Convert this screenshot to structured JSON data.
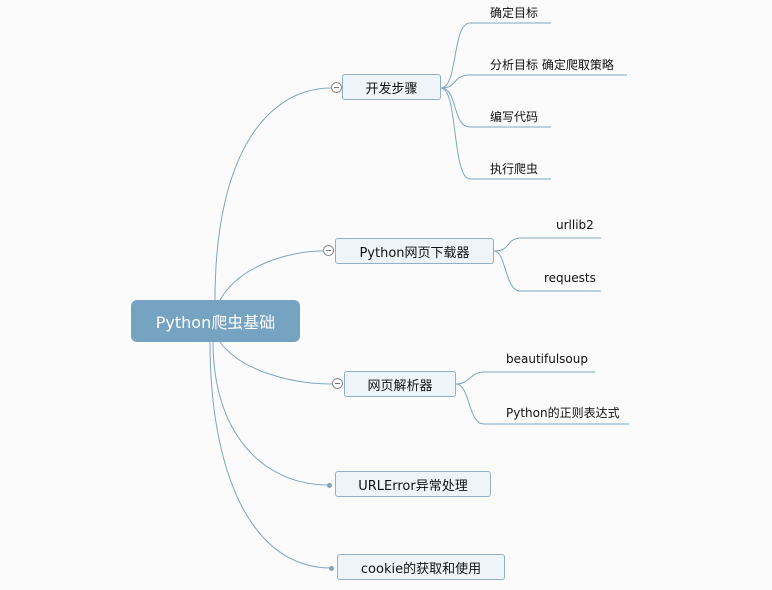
{
  "root": {
    "label": "Python爬虫基础"
  },
  "branches": [
    {
      "label": "开发步骤",
      "children": [
        "确定目标",
        "分析目标 确定爬取策略",
        "编写代码",
        "执行爬虫"
      ]
    },
    {
      "label": "Python网页下载器",
      "children": [
        "urllib2",
        "requests"
      ]
    },
    {
      "label": "网页解析器",
      "children": [
        "beautifulsoup",
        "Python的正则表达式"
      ]
    },
    {
      "label": "URLError异常处理",
      "children": []
    },
    {
      "label": "cookie的获取和使用",
      "children": []
    }
  ],
  "colors": {
    "root": "#76a3c2",
    "line": "#7fa4c0",
    "node_fill": "#eef4f8"
  }
}
